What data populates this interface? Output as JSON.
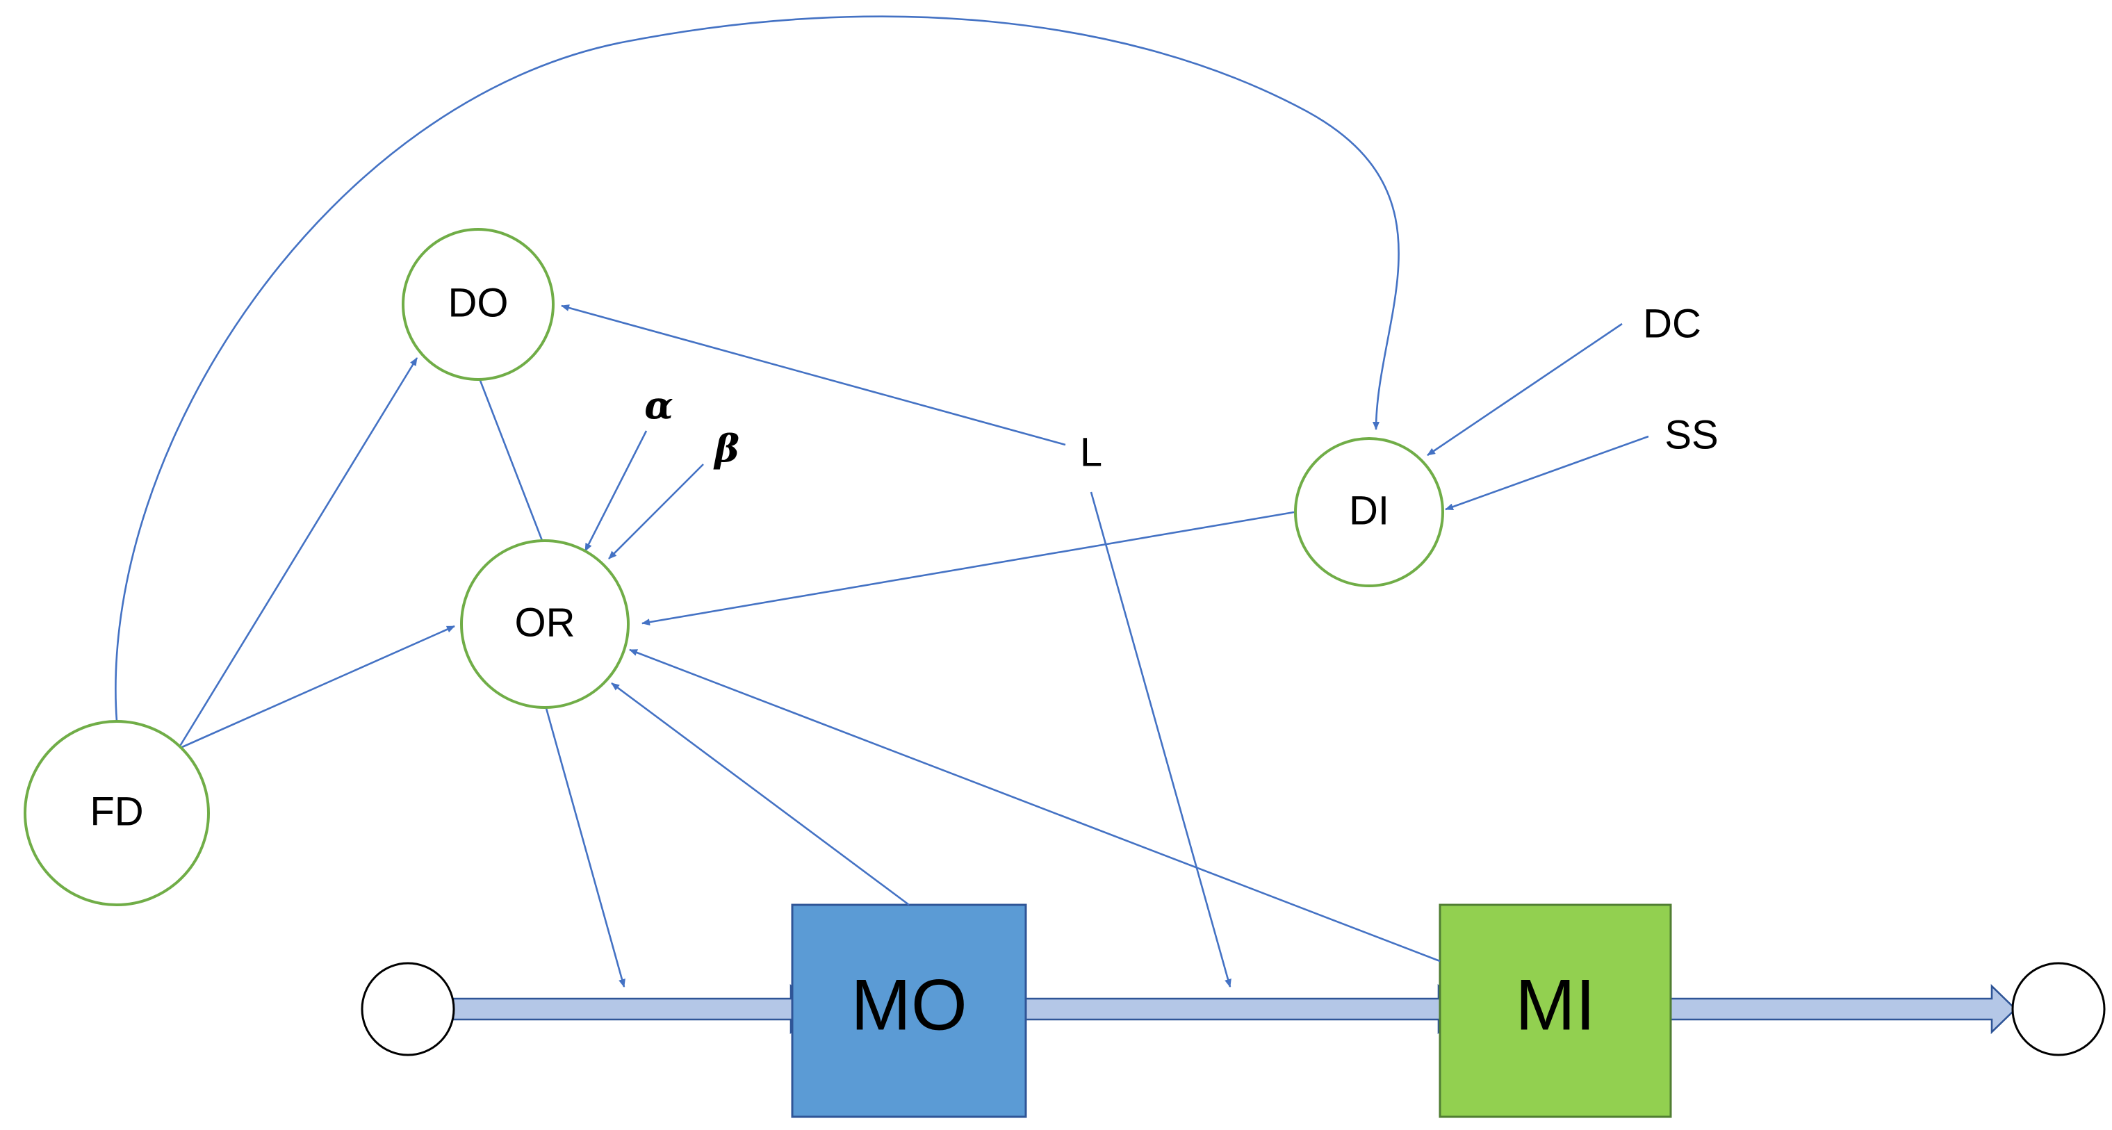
{
  "diagram": {
    "colors": {
      "variable_stroke": "#70ad47",
      "link": "#4472c4",
      "flow_fill": "#b4c7e7",
      "flow_stroke": "#2f5597",
      "stock_mo": "#5b9bd5",
      "stock_mi": "#92d050"
    },
    "stocks": {
      "mo": "MO",
      "mi": "MI"
    },
    "variables": {
      "do": "DO",
      "or": "OR",
      "fd": "FD",
      "di": "DI"
    },
    "labels": {
      "l": "L",
      "dc": "DC",
      "ss": "SS",
      "alpha": "α",
      "beta": "β"
    }
  }
}
